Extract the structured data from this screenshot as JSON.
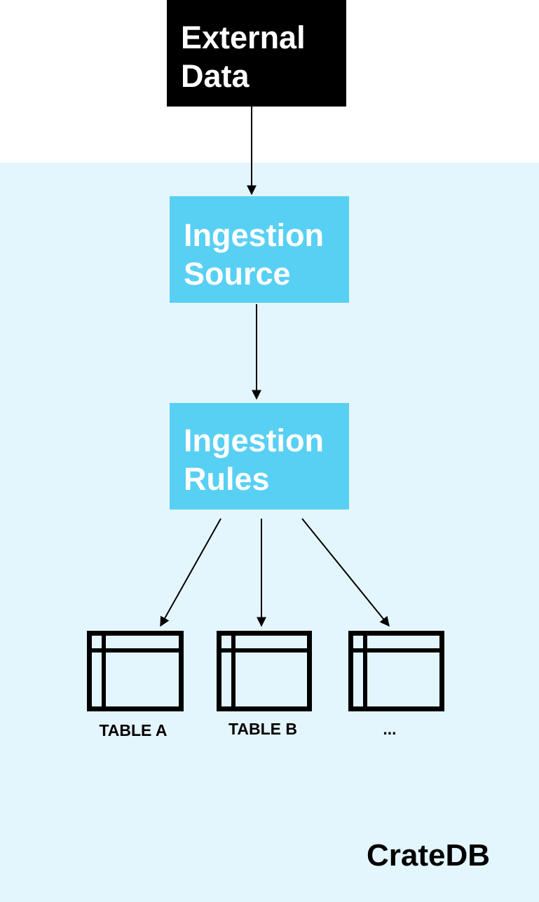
{
  "nodes": {
    "external_data": {
      "line1": "External",
      "line2": "Data"
    },
    "ingestion_source": {
      "line1": "Ingestion",
      "line2": "Source"
    },
    "ingestion_rules": {
      "line1": "Ingestion",
      "line2": "Rules"
    }
  },
  "tables": [
    {
      "label": "TABLE A"
    },
    {
      "label": "TABLE B"
    },
    {
      "label": "..."
    }
  ],
  "brand": "CrateDB",
  "colors": {
    "region_background": "#e4f6fd",
    "external_box": "#000000",
    "ingestion_box": "#58d0f3",
    "box_text": "#ffffff"
  },
  "icons": [
    "table-icon"
  ]
}
